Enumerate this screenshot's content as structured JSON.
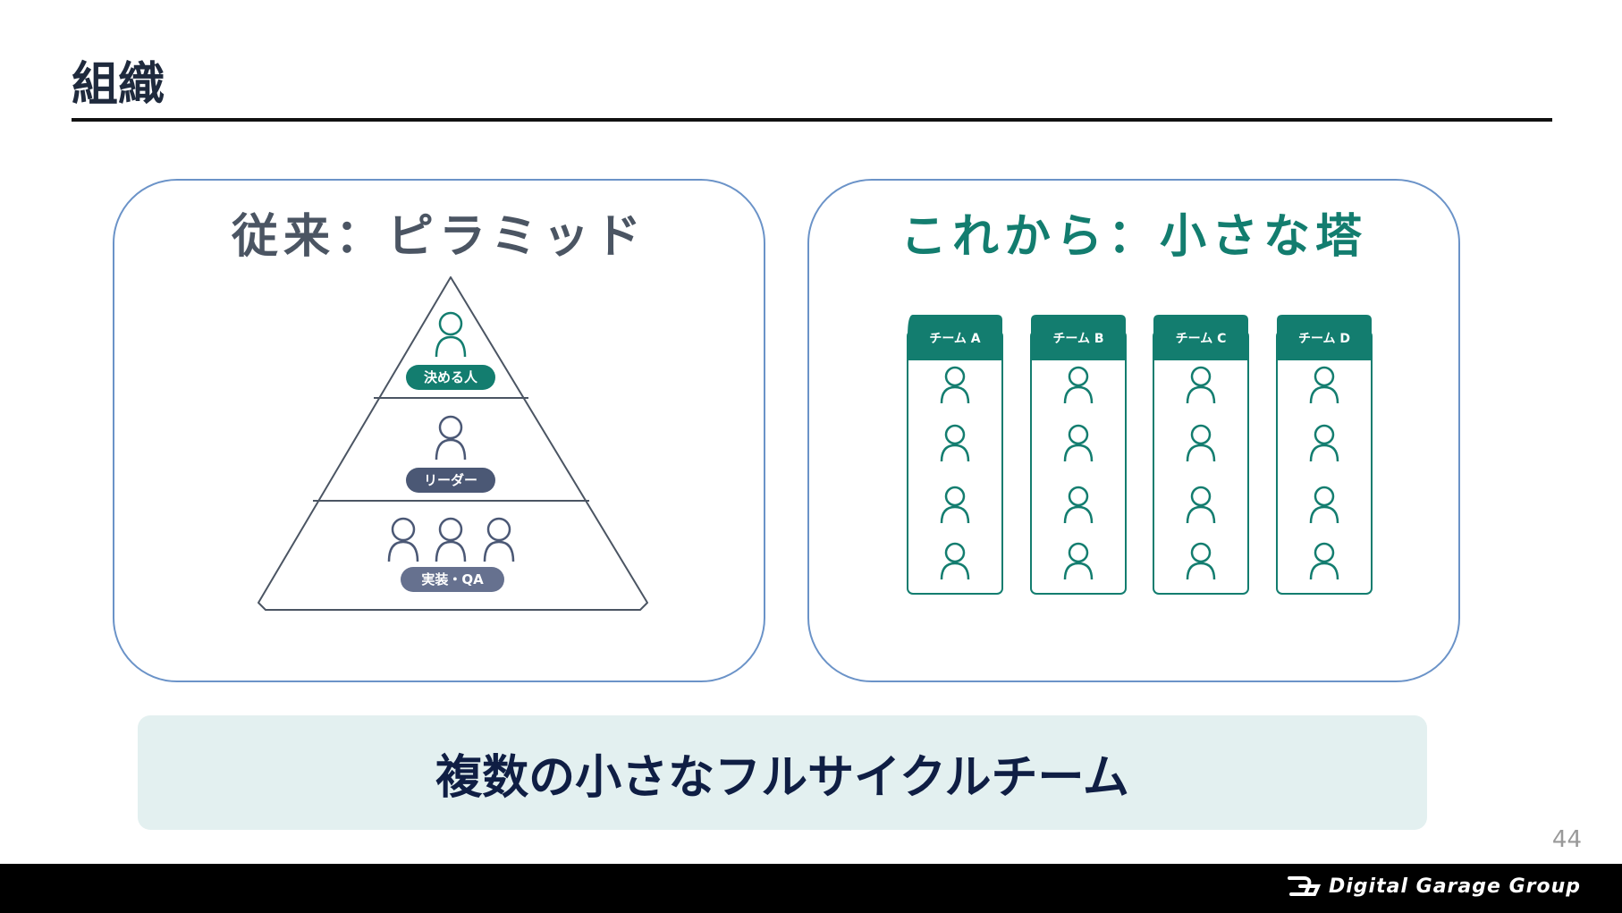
{
  "slide": {
    "title": "組織",
    "page_number": "44"
  },
  "left_panel": {
    "heading": "従来：ピラミッド",
    "tiers": [
      {
        "label": "決める人",
        "color": "#137d6f",
        "people": 1
      },
      {
        "label": "リーダー",
        "color": "#4b5875",
        "people": 1
      },
      {
        "label": "実装・QA",
        "color": "#66718f",
        "people": 3
      }
    ]
  },
  "right_panel": {
    "heading": "これから：小さな塔",
    "teams": [
      {
        "label": "チーム A",
        "members": 4
      },
      {
        "label": "チーム B",
        "members": 4
      },
      {
        "label": "チーム C",
        "members": 4
      },
      {
        "label": "チーム D",
        "members": 4
      }
    ],
    "accent": "#137d6f"
  },
  "summary": {
    "text": "複数の小さなフルサイクルチーム"
  },
  "footer": {
    "logo_text": "Digital Garage Group",
    "logo_icon": "dg-logo-icon"
  }
}
